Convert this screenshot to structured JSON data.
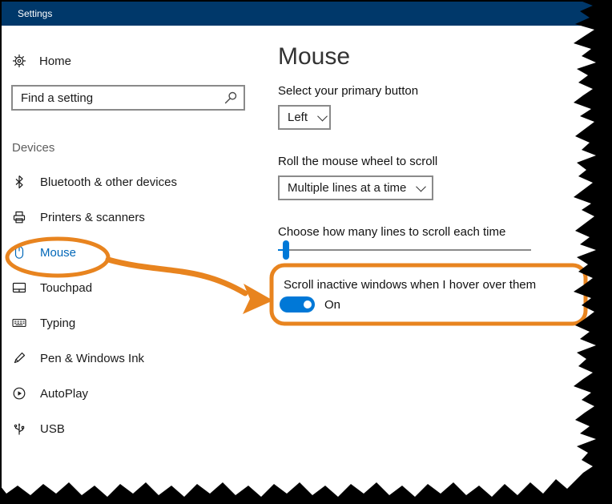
{
  "window": {
    "title": "Settings"
  },
  "sidebar": {
    "home": {
      "label": "Home"
    },
    "search": {
      "placeholder": "Find a setting"
    },
    "section": "Devices",
    "items": [
      {
        "label": "Bluetooth & other devices"
      },
      {
        "label": "Printers & scanners"
      },
      {
        "label": "Mouse",
        "selected": true
      },
      {
        "label": "Touchpad"
      },
      {
        "label": "Typing"
      },
      {
        "label": "Pen & Windows Ink"
      },
      {
        "label": "AutoPlay"
      },
      {
        "label": "USB"
      }
    ]
  },
  "main": {
    "title": "Mouse",
    "primary_button_label": "Select your primary button",
    "primary_button_value": "Left",
    "wheel_label": "Roll the mouse wheel to scroll",
    "wheel_value": "Multiple lines at a time",
    "lines_label": "Choose how many lines to scroll each time",
    "inactive_label": "Scroll inactive windows when I hover over them",
    "inactive_state": "On"
  },
  "colors": {
    "titlebar": "#00386a",
    "accent": "#0078d7",
    "annotation": "#e8841f",
    "border_gray": "#8a8a8a"
  },
  "icons": [
    "home-icon",
    "search-icon",
    "bluetooth-icon",
    "printer-icon",
    "mouse-icon",
    "touchpad-icon",
    "keyboard-icon",
    "pen-icon",
    "autoplay-icon",
    "usb-icon"
  ]
}
